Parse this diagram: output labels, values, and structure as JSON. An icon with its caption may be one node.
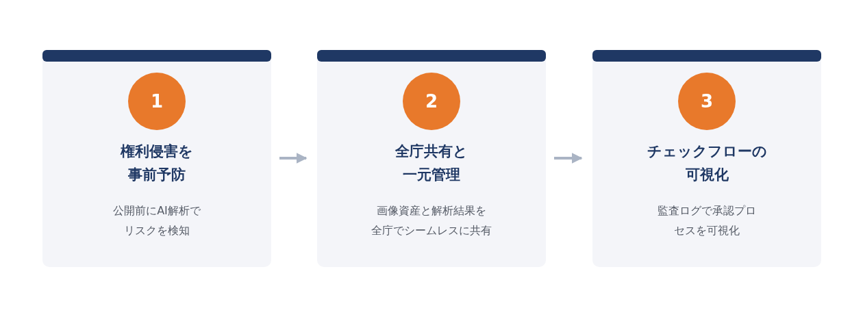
{
  "diagram": {
    "nodes": [
      {
        "text": [
          "権利侵害を事前予防",
          "公開前にAI解析でリスクを検知"
        ]
      },
      {
        "text": [
          "1"
        ],
        "in": 0
      },
      {
        "text": [
          "全庁共有と一元管理",
          "画像資産と解析結果を全庁でシームレスに共有"
        ]
      },
      {
        "text": [
          "2"
        ],
        "in": 2
      },
      {
        "text": [
          "チェックフローの可視化",
          "監査ログで承認プロセスを可視化"
        ]
      },
      {
        "text": [
          "3"
        ],
        "in": 4
      }
    ],
    "edges": [
      {
        "from": 0,
        "to": 2,
        "arrow": "to"
      },
      {
        "from": 2,
        "to": 4,
        "arrow": "to"
      }
    ]
  }
}
